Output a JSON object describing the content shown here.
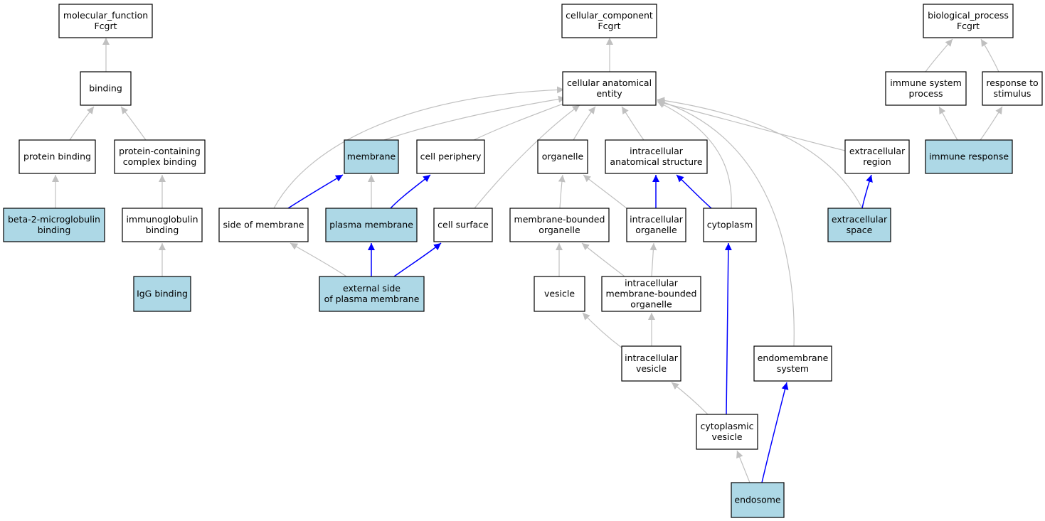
{
  "colors": {
    "highlight_fill": "#add8e6",
    "default_fill": "#ffffff",
    "edge_highlight": "#0000ff",
    "edge_default": "#c0c0c0"
  },
  "nodes": {
    "molecular_function": {
      "lines": [
        "molecular_function",
        "Fcgrt"
      ],
      "highlight": false
    },
    "binding": {
      "lines": [
        "binding"
      ],
      "highlight": false
    },
    "protein_binding": {
      "lines": [
        "protein binding"
      ],
      "highlight": false
    },
    "protein_complex": {
      "lines": [
        "protein-containing",
        "complex binding"
      ],
      "highlight": false
    },
    "b2m_binding": {
      "lines": [
        "beta-2-microglobulin",
        "binding"
      ],
      "highlight": true
    },
    "immunoglobulin": {
      "lines": [
        "immunoglobulin",
        "binding"
      ],
      "highlight": false
    },
    "igg_binding": {
      "lines": [
        "IgG binding"
      ],
      "highlight": true
    },
    "cellular_component": {
      "lines": [
        "cellular_component",
        "Fcgrt"
      ],
      "highlight": false
    },
    "cae": {
      "lines": [
        "cellular anatomical",
        "entity"
      ],
      "highlight": false
    },
    "membrane": {
      "lines": [
        "membrane"
      ],
      "highlight": true
    },
    "cell_periphery": {
      "lines": [
        "cell periphery"
      ],
      "highlight": false
    },
    "organelle": {
      "lines": [
        "organelle"
      ],
      "highlight": false
    },
    "ias": {
      "lines": [
        "intracellular",
        "anatomical structure"
      ],
      "highlight": false
    },
    "extracellular_region": {
      "lines": [
        "extracellular",
        "region"
      ],
      "highlight": false
    },
    "side_of_membrane": {
      "lines": [
        "side of membrane"
      ],
      "highlight": false
    },
    "plasma_membrane": {
      "lines": [
        "plasma membrane"
      ],
      "highlight": true
    },
    "cell_surface": {
      "lines": [
        "cell surface"
      ],
      "highlight": false
    },
    "mbo": {
      "lines": [
        "membrane-bounded",
        "organelle"
      ],
      "highlight": false
    },
    "intra_organelle": {
      "lines": [
        "intracellular",
        "organelle"
      ],
      "highlight": false
    },
    "cytoplasm": {
      "lines": [
        "cytoplasm"
      ],
      "highlight": false
    },
    "extracellular_space": {
      "lines": [
        "extracellular",
        "space"
      ],
      "highlight": true
    },
    "external_side": {
      "lines": [
        "external side",
        "of plasma membrane"
      ],
      "highlight": true
    },
    "vesicle": {
      "lines": [
        "vesicle"
      ],
      "highlight": false
    },
    "imbo": {
      "lines": [
        "intracellular",
        "membrane-bounded",
        "organelle"
      ],
      "highlight": false
    },
    "intra_vesicle": {
      "lines": [
        "intracellular",
        "vesicle"
      ],
      "highlight": false
    },
    "endomembrane": {
      "lines": [
        "endomembrane",
        "system"
      ],
      "highlight": false
    },
    "cyto_vesicle": {
      "lines": [
        "cytoplasmic",
        "vesicle"
      ],
      "highlight": false
    },
    "endosome": {
      "lines": [
        "endosome"
      ],
      "highlight": true
    },
    "biological_process": {
      "lines": [
        "biological_process",
        "Fcgrt"
      ],
      "highlight": false
    },
    "immune_system": {
      "lines": [
        "immune system",
        "process"
      ],
      "highlight": false
    },
    "response_stimulus": {
      "lines": [
        "response to",
        "stimulus"
      ],
      "highlight": false
    },
    "immune_response": {
      "lines": [
        "immune response"
      ],
      "highlight": true
    }
  },
  "edges": [
    {
      "from": "binding",
      "to": "molecular_function",
      "highlight": false
    },
    {
      "from": "protein_binding",
      "to": "binding",
      "highlight": false
    },
    {
      "from": "protein_complex",
      "to": "binding",
      "highlight": false
    },
    {
      "from": "b2m_binding",
      "to": "protein_binding",
      "highlight": false
    },
    {
      "from": "immunoglobulin",
      "to": "protein_complex",
      "highlight": false
    },
    {
      "from": "igg_binding",
      "to": "immunoglobulin",
      "highlight": false
    },
    {
      "from": "cae",
      "to": "cellular_component",
      "highlight": false
    },
    {
      "from": "membrane",
      "to": "cae",
      "highlight": false
    },
    {
      "from": "cell_periphery",
      "to": "cae",
      "highlight": false
    },
    {
      "from": "organelle",
      "to": "cae",
      "highlight": false
    },
    {
      "from": "ias",
      "to": "cae",
      "highlight": false
    },
    {
      "from": "extracellular_region",
      "to": "cae",
      "highlight": false
    },
    {
      "from": "side_of_membrane",
      "to": "cae",
      "highlight": false
    },
    {
      "from": "cell_surface",
      "to": "cae",
      "highlight": false
    },
    {
      "from": "cytoplasm",
      "to": "cae",
      "highlight": false
    },
    {
      "from": "extracellular_space",
      "to": "cae",
      "highlight": false
    },
    {
      "from": "endomembrane",
      "to": "cae",
      "highlight": false
    },
    {
      "from": "side_of_membrane",
      "to": "membrane",
      "highlight": true
    },
    {
      "from": "plasma_membrane",
      "to": "membrane",
      "highlight": false
    },
    {
      "from": "plasma_membrane",
      "to": "cell_periphery",
      "highlight": true
    },
    {
      "from": "mbo",
      "to": "organelle",
      "highlight": false
    },
    {
      "from": "intra_organelle",
      "to": "organelle",
      "highlight": false
    },
    {
      "from": "intra_organelle",
      "to": "ias",
      "highlight": true
    },
    {
      "from": "cytoplasm",
      "to": "ias",
      "highlight": true
    },
    {
      "from": "extracellular_space",
      "to": "extracellular_region",
      "highlight": true
    },
    {
      "from": "external_side",
      "to": "side_of_membrane",
      "highlight": false
    },
    {
      "from": "external_side",
      "to": "plasma_membrane",
      "highlight": true
    },
    {
      "from": "external_side",
      "to": "cell_surface",
      "highlight": true
    },
    {
      "from": "vesicle",
      "to": "mbo",
      "highlight": false
    },
    {
      "from": "imbo",
      "to": "mbo",
      "highlight": false
    },
    {
      "from": "imbo",
      "to": "intra_organelle",
      "highlight": false
    },
    {
      "from": "intra_vesicle",
      "to": "vesicle",
      "highlight": false
    },
    {
      "from": "intra_vesicle",
      "to": "imbo",
      "highlight": false
    },
    {
      "from": "cyto_vesicle",
      "to": "intra_vesicle",
      "highlight": false
    },
    {
      "from": "cyto_vesicle",
      "to": "cytoplasm",
      "highlight": true
    },
    {
      "from": "endosome",
      "to": "cyto_vesicle",
      "highlight": false
    },
    {
      "from": "endosome",
      "to": "endomembrane",
      "highlight": true
    },
    {
      "from": "immune_system",
      "to": "biological_process",
      "highlight": false
    },
    {
      "from": "response_stimulus",
      "to": "biological_process",
      "highlight": false
    },
    {
      "from": "immune_response",
      "to": "immune_system",
      "highlight": false
    },
    {
      "from": "immune_response",
      "to": "response_stimulus",
      "highlight": false
    }
  ]
}
